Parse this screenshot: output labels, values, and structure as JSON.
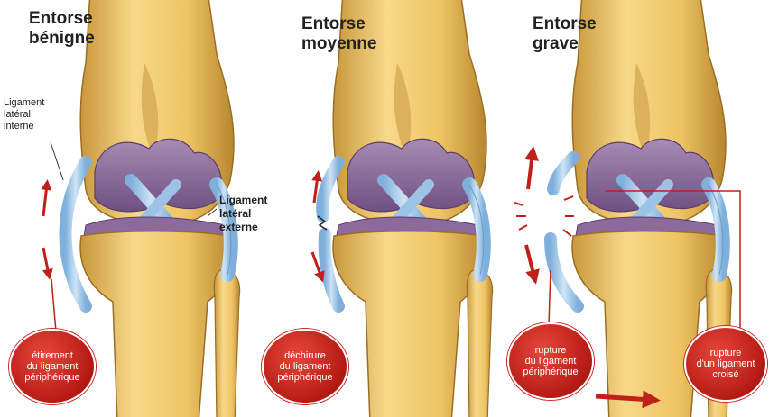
{
  "panels": [
    {
      "title": "Entorse\nbénigne",
      "badge": "étirement\ndu ligament\npériphérique"
    },
    {
      "title": "Entorse\nmoyenne",
      "badge": "déchirure\ndu ligament\npériphérique"
    },
    {
      "title": "Entorse\ngrave",
      "badge": "rupture\ndu ligament\npériphérique",
      "badge2": "rupture\nd'un ligament\ncroisé"
    }
  ],
  "labels": {
    "internal": "Ligament\nlatéral\ninterne",
    "external": "Ligament\nlatéral\nexterne"
  },
  "colors": {
    "bone": "#f0c96a",
    "bone_shadow": "#c9973b",
    "cartilage": "#8f6d9e",
    "ligament": "#9cc3e6",
    "arrow": "#c0201a",
    "badge": "#c22a22"
  }
}
